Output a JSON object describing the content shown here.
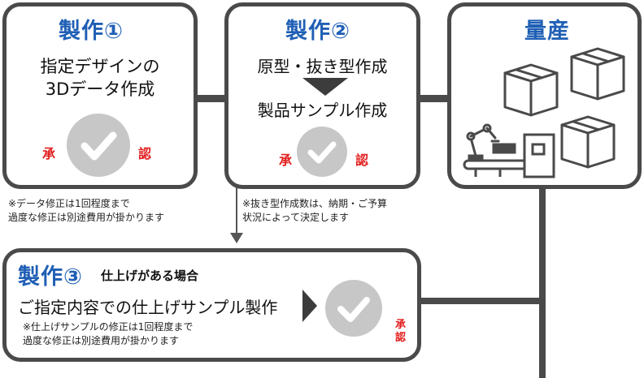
{
  "step1": {
    "title": "製作①",
    "line1": "指定デザインの",
    "line2": "3Dデータ作成",
    "approve_left": "承",
    "approve_right": "認",
    "note1": "※データ修正は1回程度まで",
    "note2": "過度な修正は別途費用が掛かります"
  },
  "step2": {
    "title": "製作②",
    "line1": "原型・抜き型作成",
    "line2": "製品サンプル作成",
    "approve_left": "承",
    "approve_right": "認",
    "note1": "※抜き型作成数は、納期・ご予算",
    "note2": "状況によって決定します"
  },
  "step3": {
    "title": "量産"
  },
  "step_finish": {
    "title": "製作③",
    "subtitle": "仕上げがある場合",
    "line1": "ご指定内容での仕上げサンプル製作",
    "note1": "※仕上げサンプルの修正は1回程度まで",
    "note2": "過度な修正は別途費用が掛かります",
    "approve_top": "承",
    "approve_bottom": "認"
  },
  "colors": {
    "title_blue": "#1f5fb5",
    "approve_red": "#e32020",
    "border_gray": "#4a4a4a",
    "check_gray": "#c7c7c7"
  },
  "icons": [
    "check-icon",
    "box-icon",
    "robot-arm-icon",
    "conveyor-icon"
  ]
}
